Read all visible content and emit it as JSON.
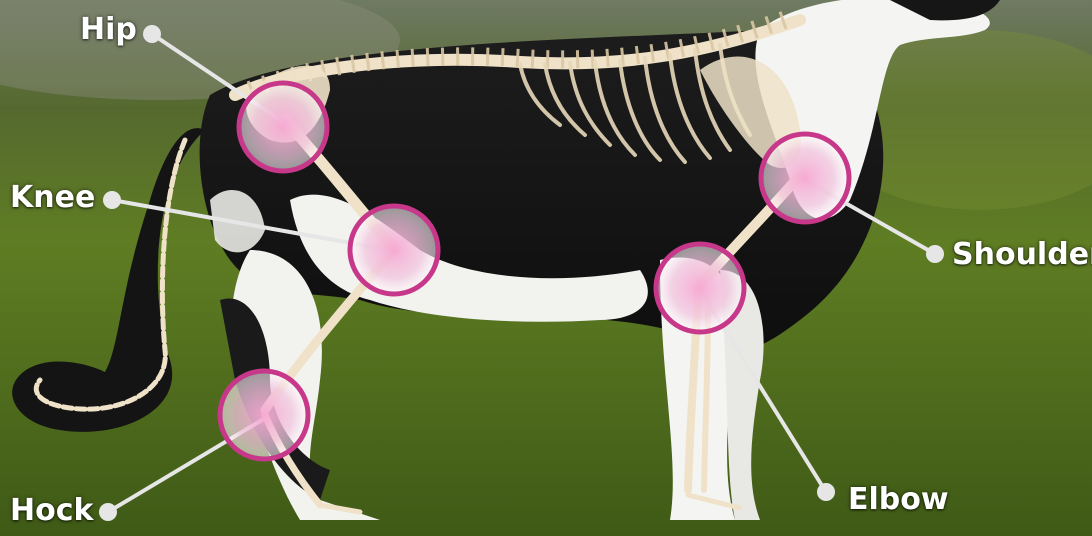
{
  "labels": {
    "hip": "Hip",
    "knee": "Knee",
    "hock": "Hock",
    "shoulder": "Shoulder",
    "elbow": "Elbow"
  },
  "colors": {
    "joint_ring": "#c8388a",
    "joint_glow": "#f7a7d3",
    "leader_line": "#e6e6e6",
    "bone": "#efe2c8",
    "fur_black": "#151515",
    "fur_white": "#f4f4f2",
    "grass": "#5f7d23"
  }
}
